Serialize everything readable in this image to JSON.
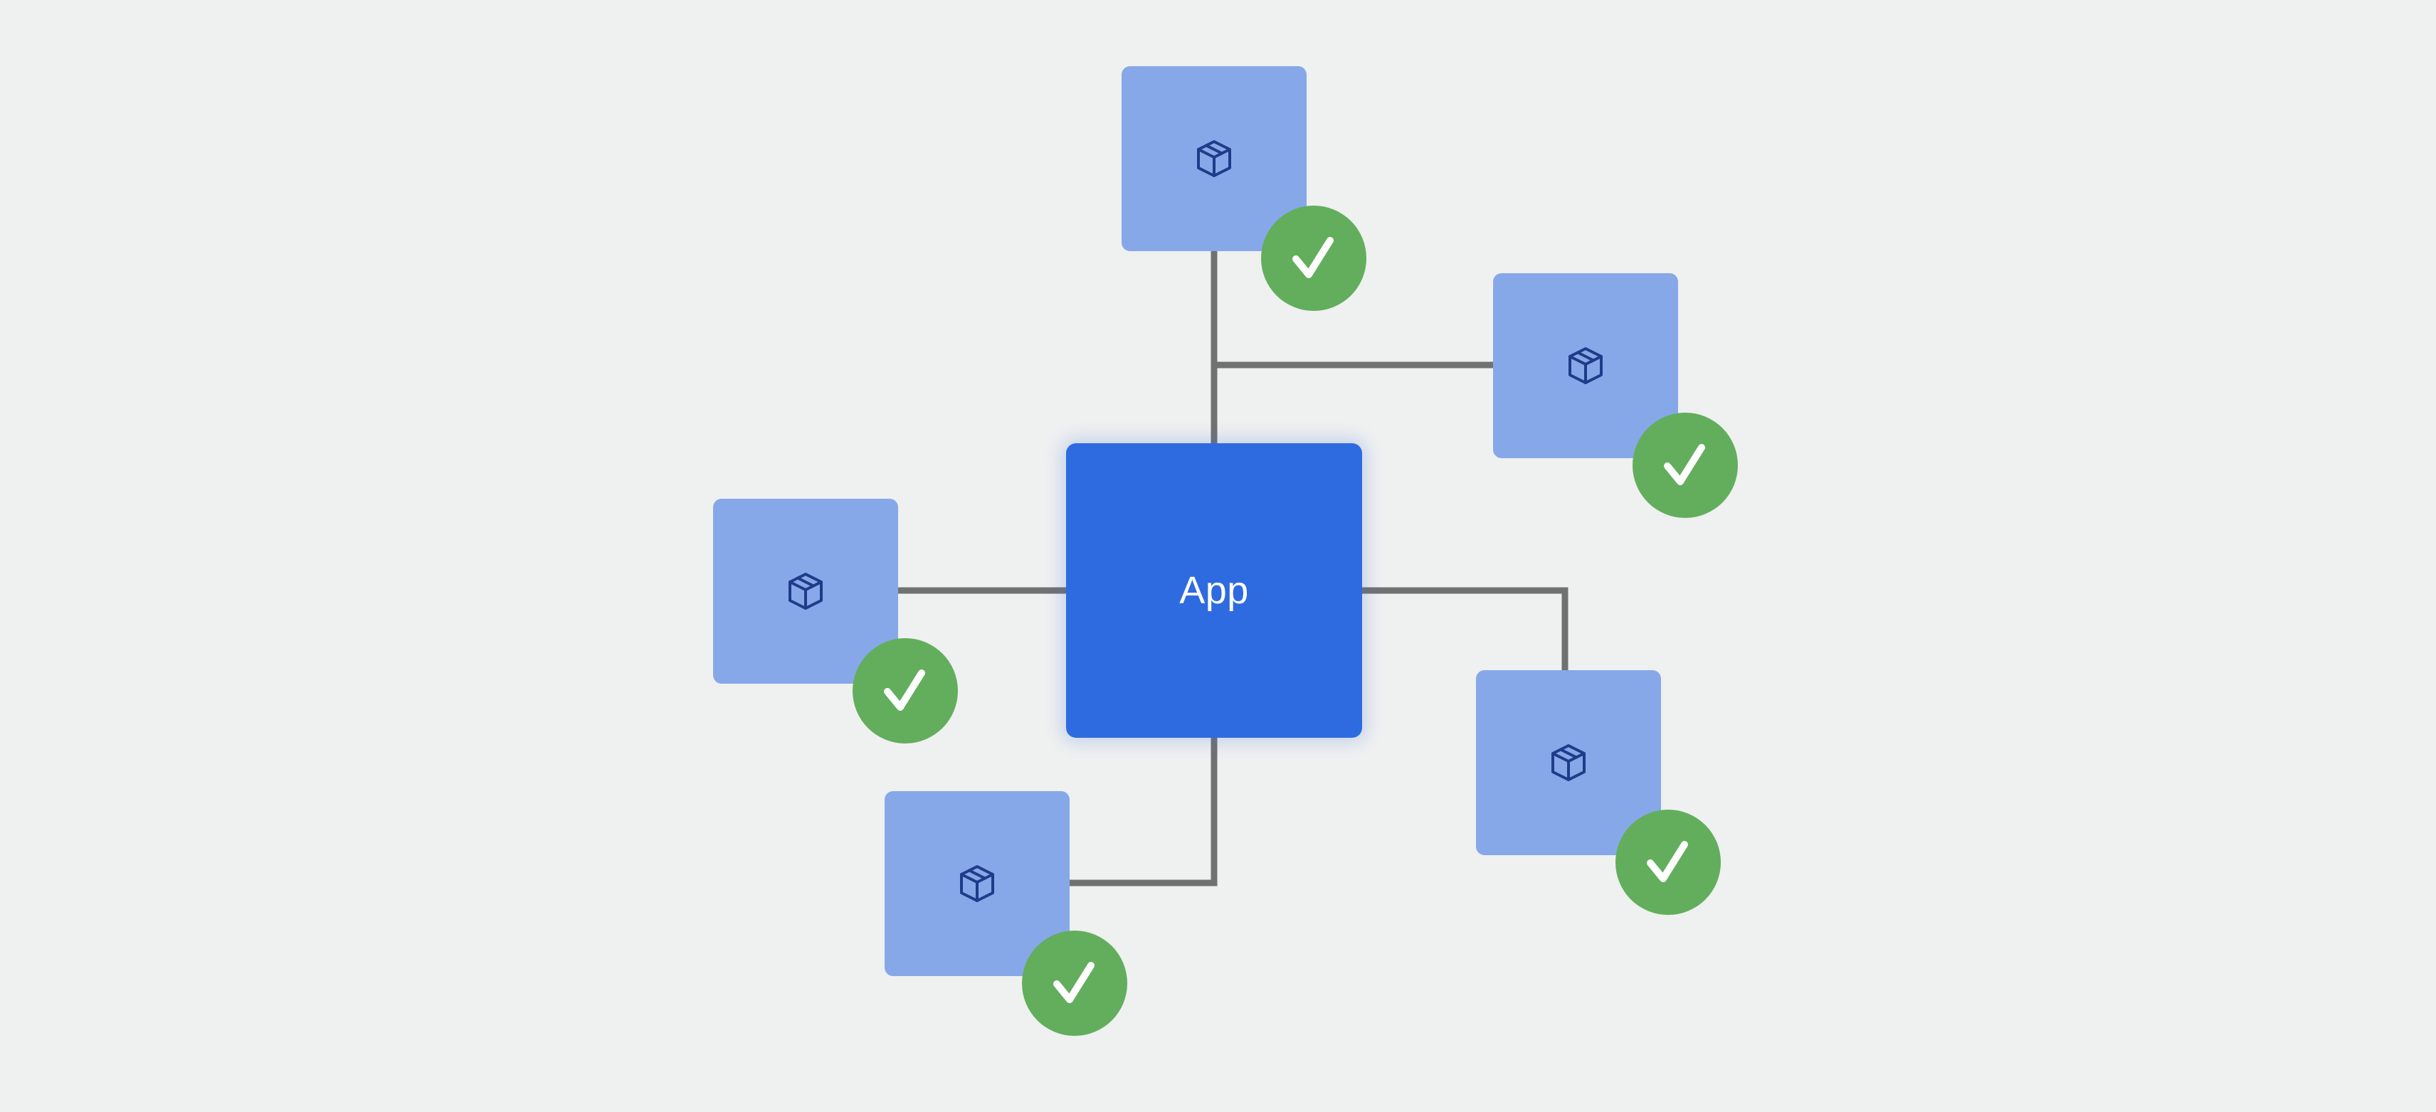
{
  "diagram": {
    "center": {
      "label": "App",
      "color": "#2f6be0"
    },
    "dependencies": [
      {
        "id": "top",
        "icon": "package-icon",
        "status_icon": "checkmark-icon"
      },
      {
        "id": "upper-right",
        "icon": "package-icon",
        "status_icon": "checkmark-icon"
      },
      {
        "id": "left",
        "icon": "package-icon",
        "status_icon": "checkmark-icon"
      },
      {
        "id": "lower-right",
        "icon": "package-icon",
        "status_icon": "checkmark-icon"
      },
      {
        "id": "bottom",
        "icon": "package-icon",
        "status_icon": "checkmark-icon"
      }
    ],
    "colors": {
      "background": "#eff0f0",
      "package_fill": "#87a8e8",
      "package_icon": "#1f3b8a",
      "check_fill": "#62ae5d",
      "connector": "#707272"
    }
  }
}
